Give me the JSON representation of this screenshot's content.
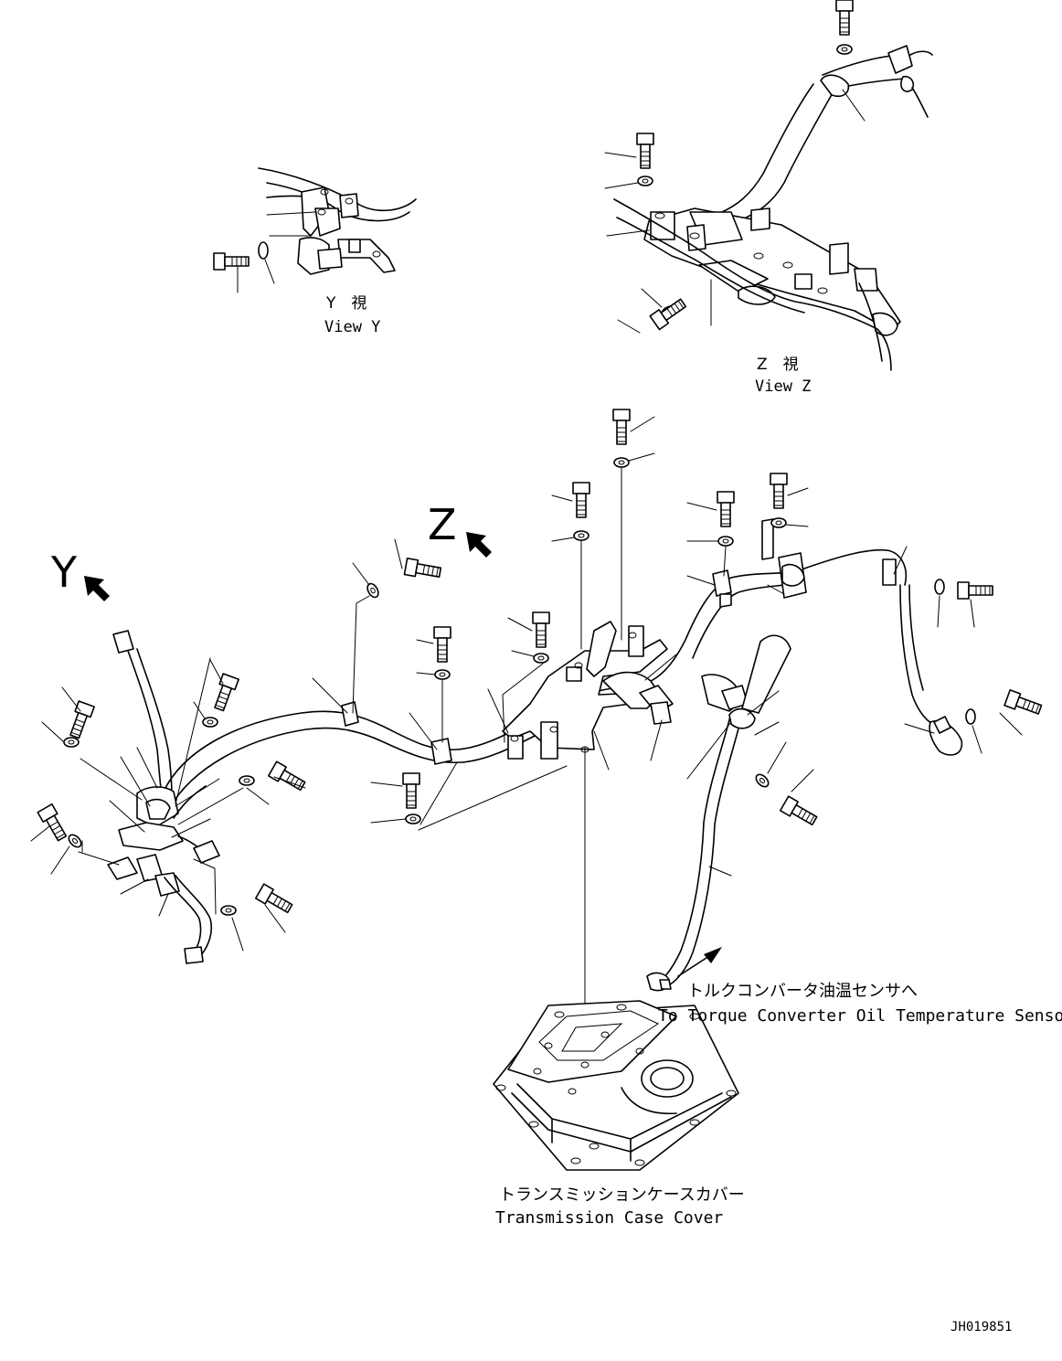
{
  "labels": {
    "view_y_jp": "Y　視",
    "view_y_en": "View Y",
    "view_z_jp": "Z　視",
    "view_z_en": "View Z",
    "arrow_z": "Z",
    "arrow_y": "Y",
    "sensor_jp": "トルクコンバータ油温センサへ",
    "sensor_en": "To Torque Converter Oil Temperature Sensor",
    "case_jp": "トランスミッションケースカバー",
    "case_en": "Transmission Case Cover",
    "drawing_id": "JH019851"
  }
}
